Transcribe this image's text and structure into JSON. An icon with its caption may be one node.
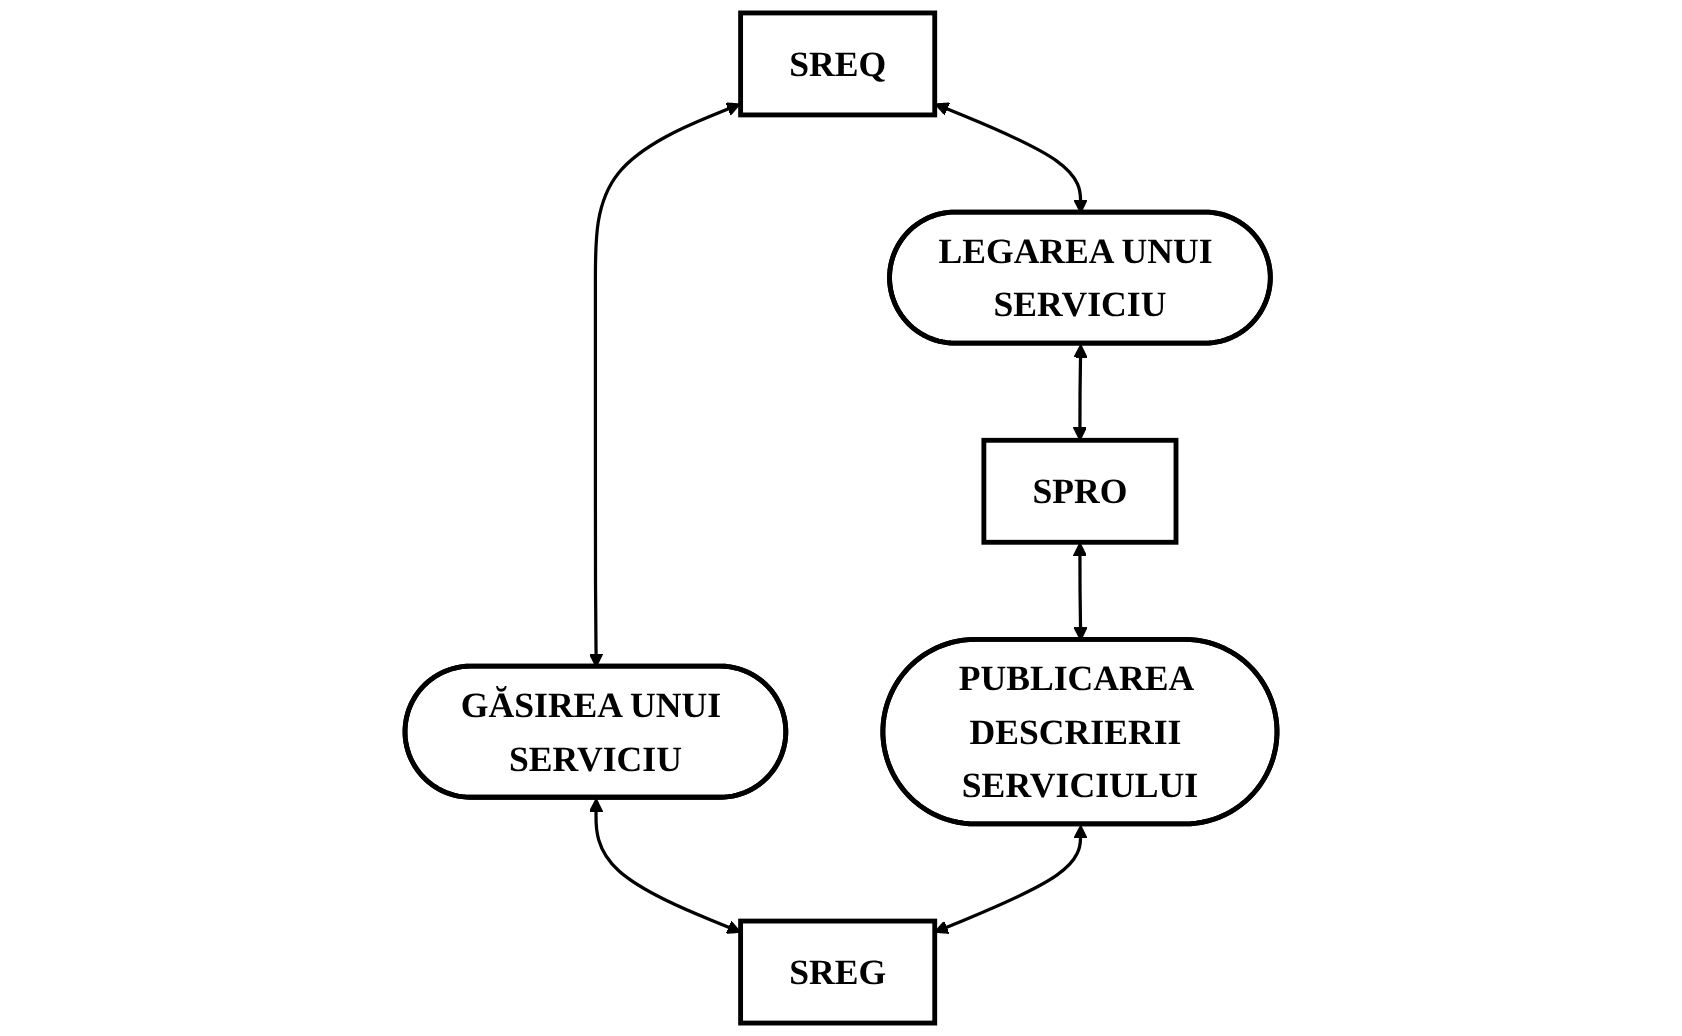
{
  "diagram": {
    "nodes": [
      {
        "text": [
          "SREQ"
        ]
      },
      {
        "text": [
          "LEGAREA UNUI SERVICIU"
        ]
      },
      {
        "text": [
          "SPRO"
        ]
      },
      {
        "text": [
          "GĂSIREA UNUI SERVICIU"
        ]
      },
      {
        "text": [
          "PUBLICAREA DESCRIERII SERVICIULUI"
        ]
      },
      {
        "text": [
          "SREG"
        ]
      }
    ],
    "edges": [
      {
        "from": 0,
        "to": 1,
        "arrow": "both"
      },
      {
        "from": 1,
        "to": 2,
        "arrow": "both"
      },
      {
        "from": 0,
        "to": 3,
        "arrow": "both"
      },
      {
        "from": 2,
        "to": 4,
        "arrow": "both"
      },
      {
        "from": 3,
        "to": 5,
        "arrow": "both"
      },
      {
        "from": 4,
        "to": 5,
        "arrow": "both"
      }
    ]
  }
}
